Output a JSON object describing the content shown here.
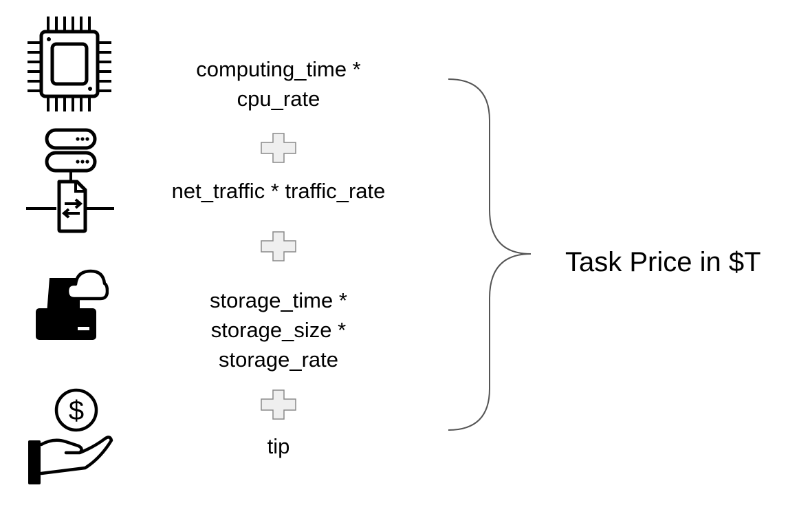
{
  "formula": {
    "terms": [
      {
        "id": "compute",
        "icon": "cpu-chip-icon",
        "lines": [
          "computing_time *",
          "cpu_rate"
        ]
      },
      {
        "id": "network",
        "icon": "server-network-transfer-icon",
        "lines": [
          "net_traffic * traffic_rate"
        ]
      },
      {
        "id": "storage",
        "icon": "cloud-storage-drive-icon",
        "lines": [
          "storage_time *",
          "storage_size *",
          "storage_rate"
        ]
      },
      {
        "id": "tip",
        "icon": "hand-dollar-coin-icon",
        "lines": [
          "tip"
        ]
      }
    ],
    "operator_icon": "plus-icon",
    "grouping_icon": "curly-brace-icon",
    "result": "Task Price in $T"
  },
  "colors": {
    "text": "#000000",
    "plus_fill": "#efefef",
    "plus_stroke": "#8a8a8a",
    "brace_stroke": "#555555"
  }
}
